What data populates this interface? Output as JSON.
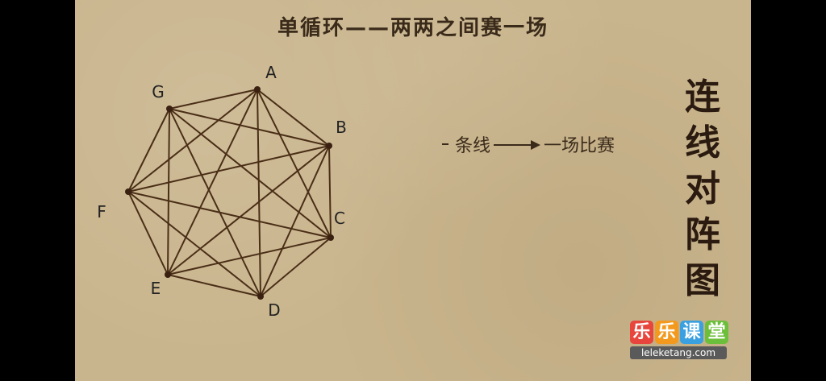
{
  "title": "单循环——两两之间赛一场",
  "side_title": [
    "连",
    "线",
    "对",
    "阵",
    "图"
  ],
  "legend": {
    "left_label": "条线",
    "right_label": "一场比赛"
  },
  "nodes": [
    {
      "label": "A"
    },
    {
      "label": "B"
    },
    {
      "label": "C"
    },
    {
      "label": "D"
    },
    {
      "label": "E"
    },
    {
      "label": "F"
    },
    {
      "label": "G"
    }
  ],
  "colors": {
    "line": "#4a2e17",
    "dot": "#3a2010",
    "label": "#222222"
  },
  "logo": {
    "chars": [
      "乐",
      "乐",
      "课",
      "堂"
    ],
    "char_colors": [
      "#e8453c",
      "#f39a1e",
      "#3aa0e0",
      "#6cbf3a"
    ],
    "url": "leleketang.com"
  }
}
